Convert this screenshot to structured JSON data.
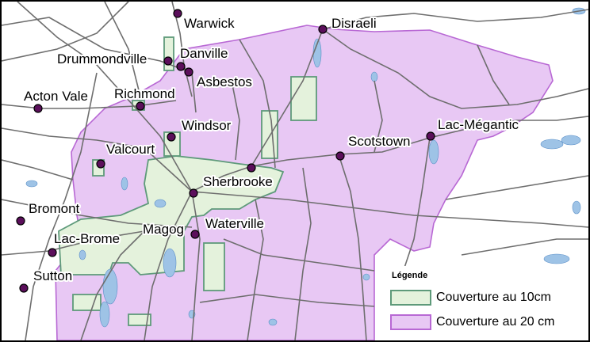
{
  "map": {
    "colors": {
      "coverage_20cm_fill": "#e8c8f4",
      "coverage_20cm_stroke": "#b868d4",
      "coverage_10cm_fill": "#e4f2dc",
      "coverage_10cm_stroke": "#5e9a7a",
      "water": "#9ec3e6",
      "road": "#6e6e6e",
      "city_dot": "#5b0f5b"
    },
    "cities": [
      {
        "name": "Warwick"
      },
      {
        "name": "Disraeli"
      },
      {
        "name": "Drummondville"
      },
      {
        "name": "Danville"
      },
      {
        "name": "Asbestos"
      },
      {
        "name": "Acton Vale"
      },
      {
        "name": "Richmond"
      },
      {
        "name": "Windsor"
      },
      {
        "name": "Valcourt"
      },
      {
        "name": "Lac-Mégantic"
      },
      {
        "name": "Scotstown"
      },
      {
        "name": "Sherbrooke"
      },
      {
        "name": "Bromont"
      },
      {
        "name": "Magog"
      },
      {
        "name": "Waterville"
      },
      {
        "name": "Lac-Brome"
      },
      {
        "name": "Sutton"
      }
    ]
  },
  "legend": {
    "title": "Légende",
    "items": [
      {
        "label": "Couverture au 10cm"
      },
      {
        "label": "Couverture au 20 cm"
      }
    ]
  }
}
